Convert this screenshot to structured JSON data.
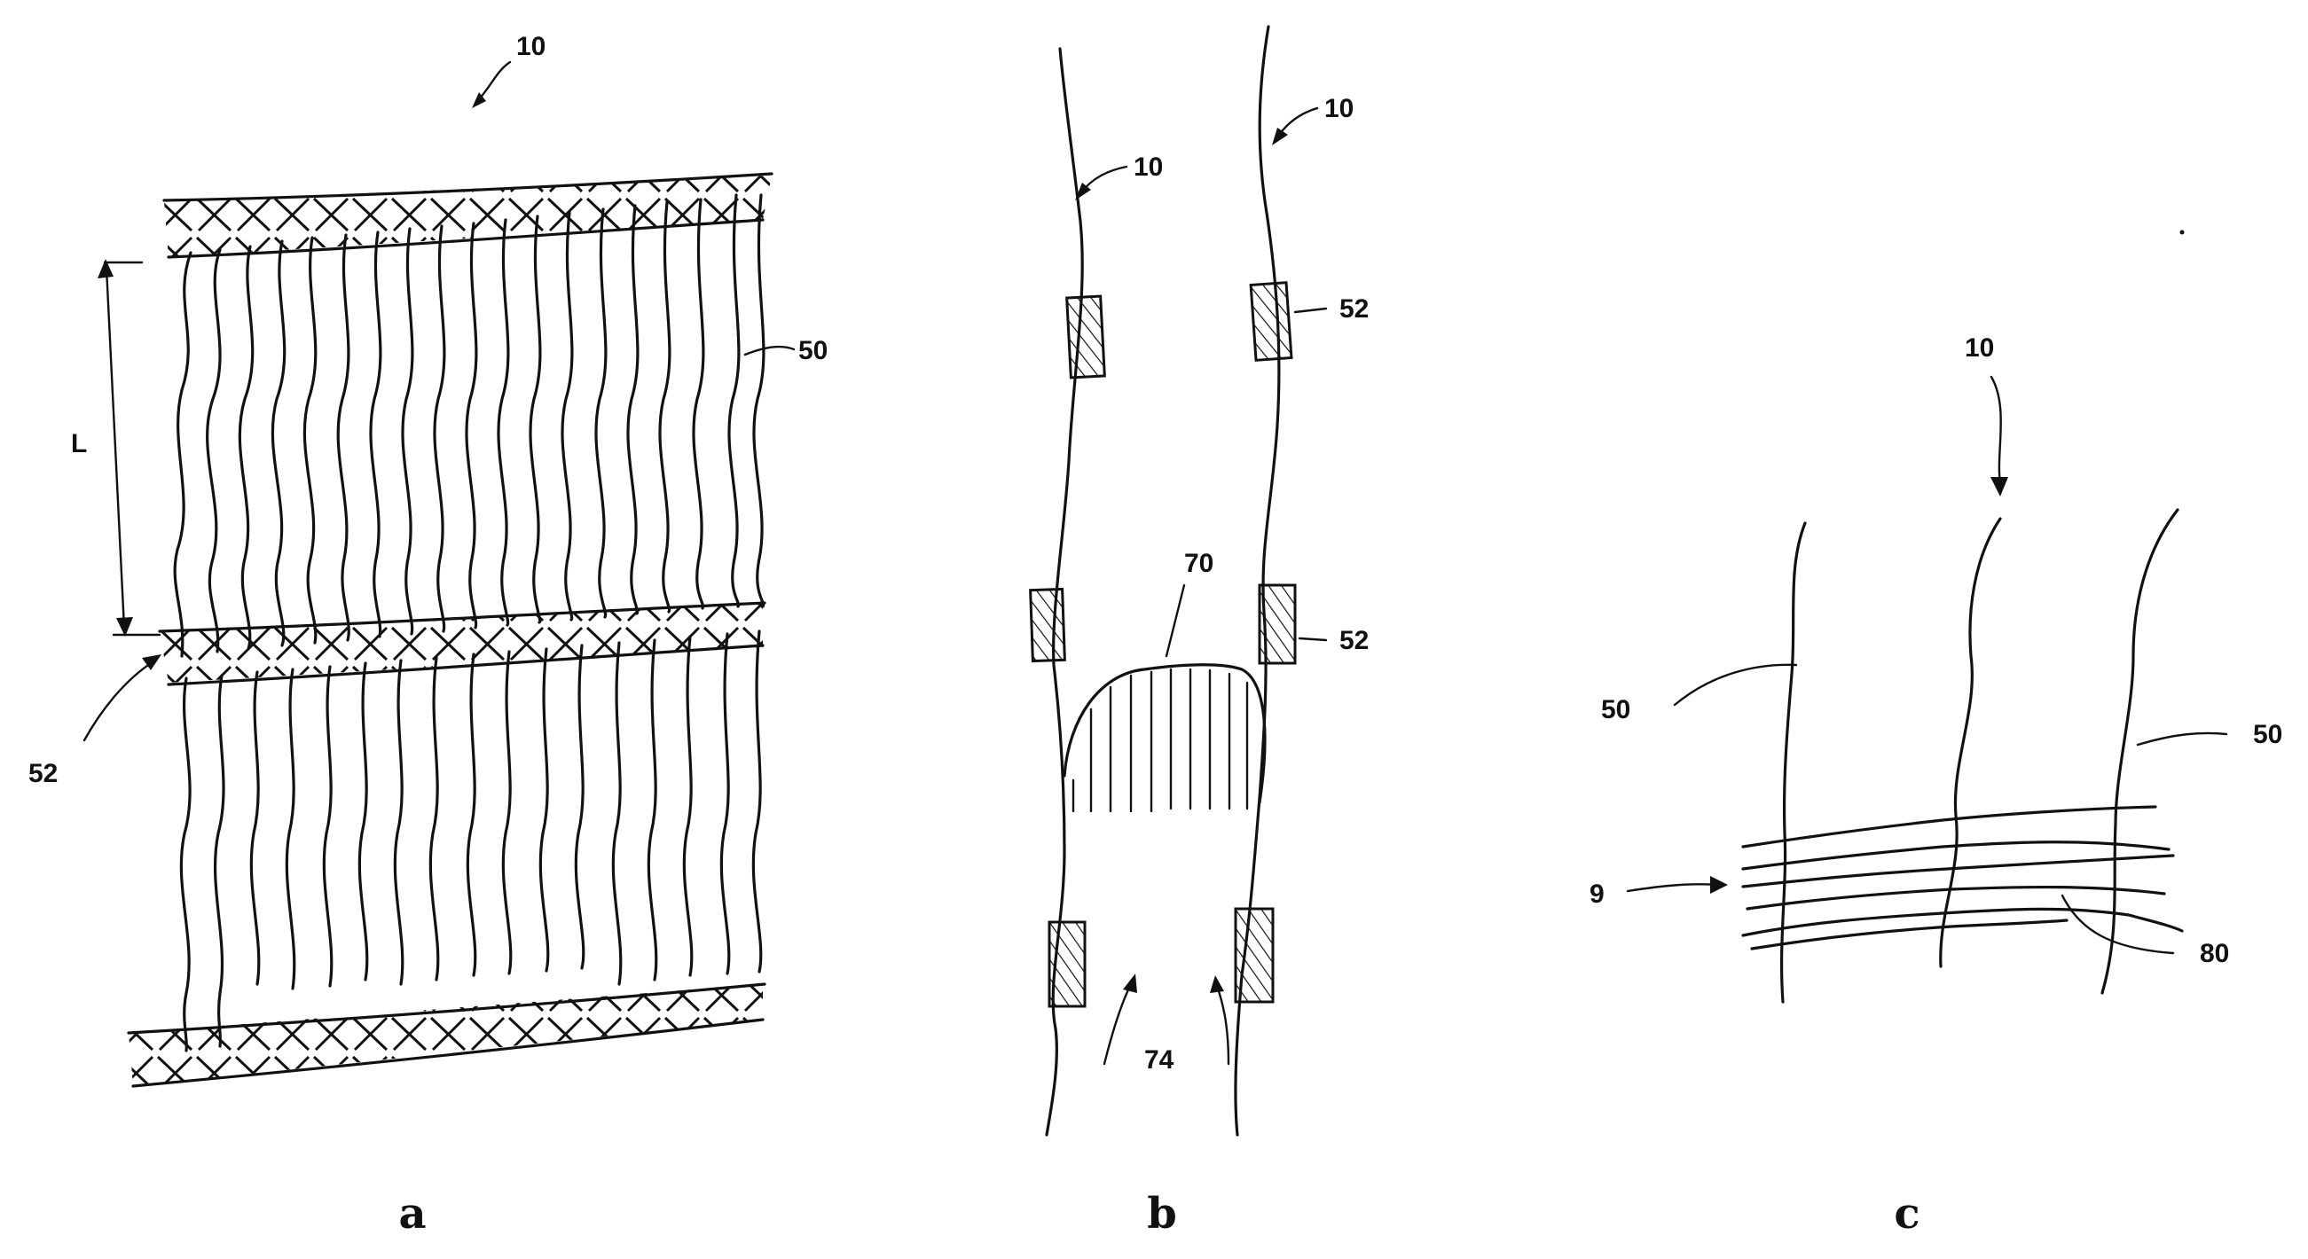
{
  "figure_a": {
    "caption": "a",
    "labels": {
      "device": "10",
      "fiber": "50",
      "band": "52",
      "length": "L"
    }
  },
  "figure_b": {
    "caption": "b",
    "labels": {
      "device_left": "10",
      "device_right": "10",
      "band_top": "52",
      "band_middle": "52",
      "loop": "70",
      "ends": "74"
    }
  },
  "figure_c": {
    "caption": "c",
    "labels": {
      "device": "10",
      "fiber_left": "50",
      "fiber_right": "50",
      "crossing": "9",
      "interlace": "80"
    }
  }
}
